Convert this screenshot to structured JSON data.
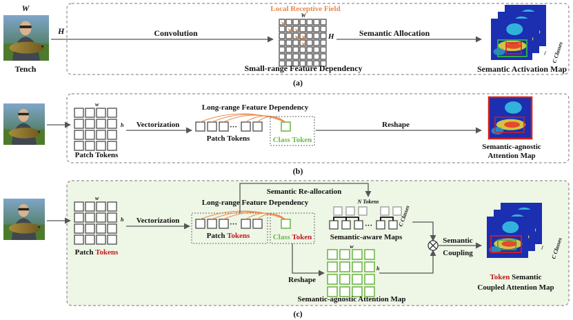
{
  "panel_a": {
    "dim_w": "W",
    "dim_h": "H",
    "image_label": "Tench",
    "local_rf": "Local Receptive Field",
    "convolution": "Convolution",
    "grid_w": "W",
    "grid_h": "H",
    "semantic_allocation": "Semantic Allocation",
    "small_range": "Small-range Feature Dependency",
    "c_classes": "C Classes",
    "activation_map": "Semantic Activation Map",
    "caption": "(a)"
  },
  "panel_b": {
    "dim_w": "w",
    "dim_h": "h",
    "vectorization": "Vectorization",
    "long_range": "Long-range Feature Dependency",
    "patch_tokens_seq": "Patch Tokens",
    "class_token": "Class Token",
    "reshape": "Reshape",
    "patch_tokens_label": "Patch Tokens",
    "agnostic_line1": "Semantic-agnostic",
    "agnostic_line2": "Attention Map",
    "caption": "(b)"
  },
  "panel_c": {
    "reallocation": "Semantic Re-allocation",
    "dim_w": "w",
    "dim_h": "h",
    "vectorization": "Vectorization",
    "long_range": "Long-range Feature Dependency",
    "n_tokens": "N Tokens",
    "c_classes_maps": "C Classes",
    "patch_word": "Patch",
    "tokens_word": "Tokens",
    "class_word": "Class",
    "token_word": "Token",
    "aware_maps": "Semantic-aware Maps",
    "semantic": "Semantic",
    "coupling": "Coupling",
    "grid_w": "w",
    "grid_h": "h",
    "reshape": "Reshape",
    "agnostic_map": "Semantic-agnostic Attention Map",
    "c_classes_out": "C Classes",
    "out_token": "Token",
    "out_semantic": "Semantic",
    "out_line2": "Coupled Attention Map",
    "caption": "(c)"
  },
  "colors": {
    "token_red": "#c0181d",
    "class_green": "#6fb84a",
    "arc_orange": "#e8894a",
    "panel_c_fill": "#eef6e6",
    "frame_dash": "#777777"
  }
}
